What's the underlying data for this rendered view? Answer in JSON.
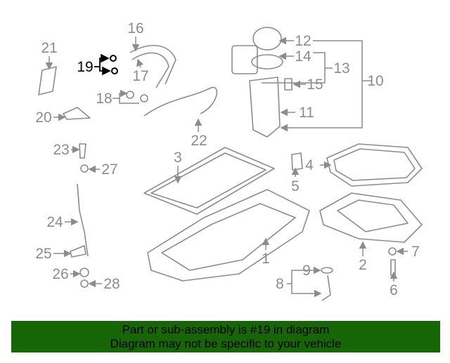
{
  "diagram": {
    "highlighted_part": "19",
    "labels": [
      "1",
      "2",
      "3",
      "4",
      "5",
      "6",
      "7",
      "8",
      "9",
      "10",
      "11",
      "12",
      "13",
      "14",
      "15",
      "16",
      "17",
      "18",
      "19",
      "20",
      "21",
      "22",
      "23",
      "24",
      "25",
      "26",
      "27",
      "28"
    ]
  },
  "banner": {
    "line1": "Part or sub-assembly is #19 in diagram",
    "line2": "Diagram may not be specific to your vehicle",
    "color": "#166606"
  }
}
